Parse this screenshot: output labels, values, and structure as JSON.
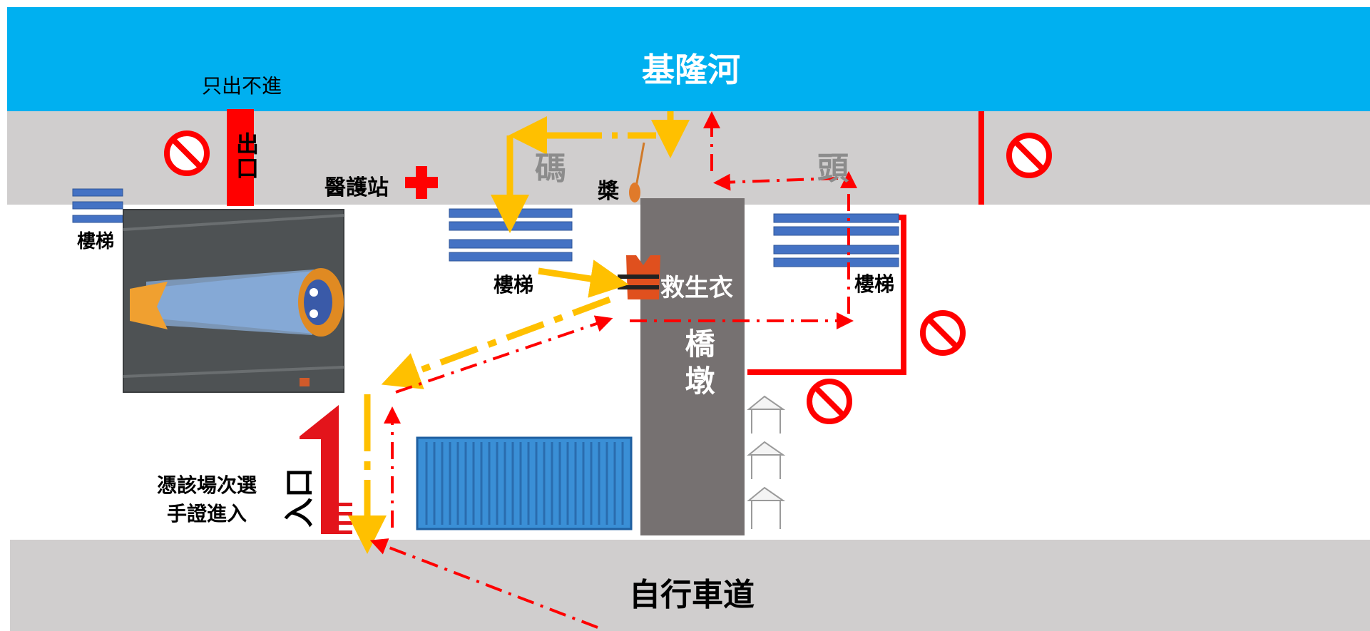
{
  "colors": {
    "river": "#00b0f0",
    "dock": "#d0cece",
    "bike_lane": "#d0cece",
    "pier": "#767171",
    "no_entry_red": "#ff0000",
    "athlete_route": "#ffc000",
    "staff_route": "#ff0000",
    "stairs_blue": "#4472c4",
    "container_blue": "#3a8fd6"
  },
  "labels": {
    "river": "基隆河",
    "bike_lane": "自行車道",
    "exit_note": "只出不進",
    "exit": "出口",
    "medical": "醫護站",
    "paddle": "槳",
    "wharf_left": "碼",
    "wharf_right": "頭",
    "stairs": "樓梯",
    "lifejacket": "救生衣",
    "pier": "橋墩",
    "entry_note_line1": "憑該場次選",
    "entry_note_line2": "手證進入",
    "entry": "入口"
  },
  "icons": {
    "no_entry": "no-entry-icon",
    "medical": "red-cross-icon",
    "paddle": "paddle-icon",
    "lifejacket": "lifejacket-icon",
    "tent": "tent-icon",
    "container": "shipping-container-icon",
    "boat_photo": "dragon-boat-photo"
  }
}
